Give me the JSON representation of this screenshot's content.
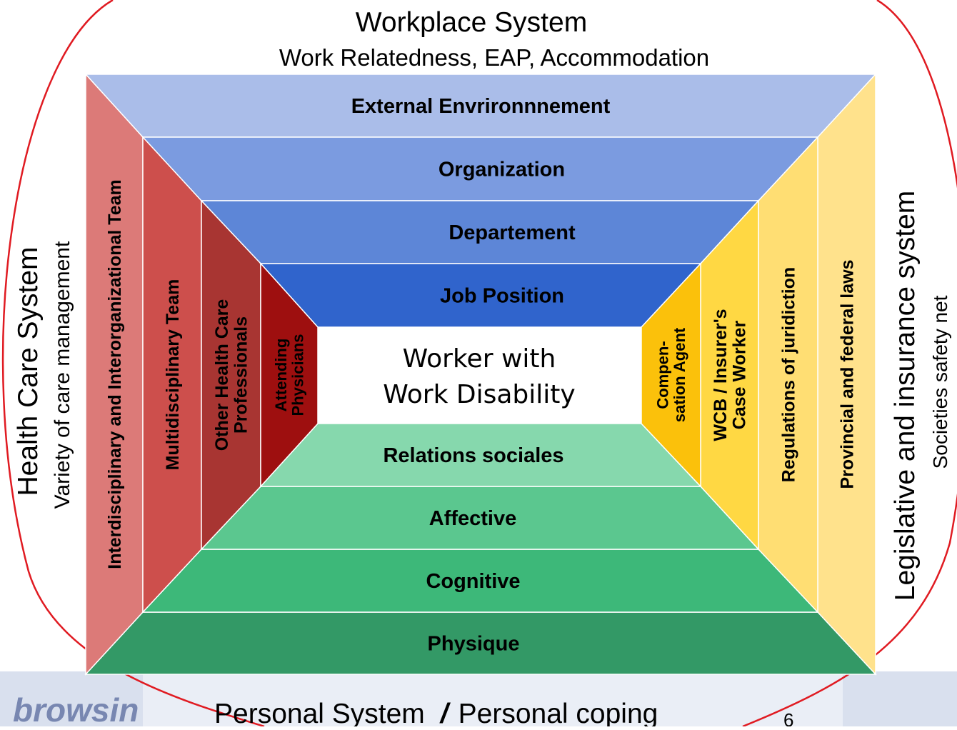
{
  "top_system": {
    "title": "Workplace System",
    "subtitle": "Work Relatedness, EAP,   Accommodation"
  },
  "left_system": {
    "title": "Health Care System",
    "subtitle": "Variety  of care management"
  },
  "right_system": {
    "title": "Legislative  and  insurance  system",
    "subtitle": "Societies  safety  net"
  },
  "bottom_system": {
    "title_part1": "Personal System",
    "separator": "/",
    "title_part2": "Personal  coping"
  },
  "page_number": "6",
  "center": {
    "line1": "Worker with",
    "line2": "Work Disability"
  },
  "top_bands": [
    {
      "label": "External Envrironnnement",
      "color": "#aabde9"
    },
    {
      "label": "Organization",
      "color": "#7b9be0"
    },
    {
      "label": "Departement",
      "color": "#5d86d7"
    },
    {
      "label": "Job Position",
      "color": "#3064cc"
    }
  ],
  "bottom_bands": [
    {
      "label": "Physique",
      "color": "#339966"
    },
    {
      "label": "Cognitive",
      "color": "#3db879"
    },
    {
      "label": "Affective",
      "color": "#5bc78f"
    },
    {
      "label": "Relations sociales",
      "color": "#86d8ad"
    }
  ],
  "left_bands": [
    {
      "lines": [
        "Interdisciplinary and Interorganizational Team"
      ],
      "color": "#dc7a78"
    },
    {
      "lines": [
        "Multidisciplinary Team"
      ],
      "color": "#cd4f4c"
    },
    {
      "lines": [
        "Other Health Care",
        "Professionals"
      ],
      "color": "#a83532"
    },
    {
      "lines": [
        "Attending",
        "Physicians"
      ],
      "color": "#9e0f0f"
    }
  ],
  "right_bands": [
    {
      "lines": [
        "Provincial and federal laws"
      ],
      "color": "#ffe28c"
    },
    {
      "lines": [
        "Regulations of juridiction"
      ],
      "color": "#ffde73"
    },
    {
      "lines": [
        "WCB / Insurer's",
        "Case Worker"
      ],
      "color": "#ffd843"
    },
    {
      "lines": [
        "Compen-",
        "sation Agent"
      ],
      "color": "#fbc10b"
    }
  ],
  "background_fragment": {
    "text": "browsin"
  }
}
